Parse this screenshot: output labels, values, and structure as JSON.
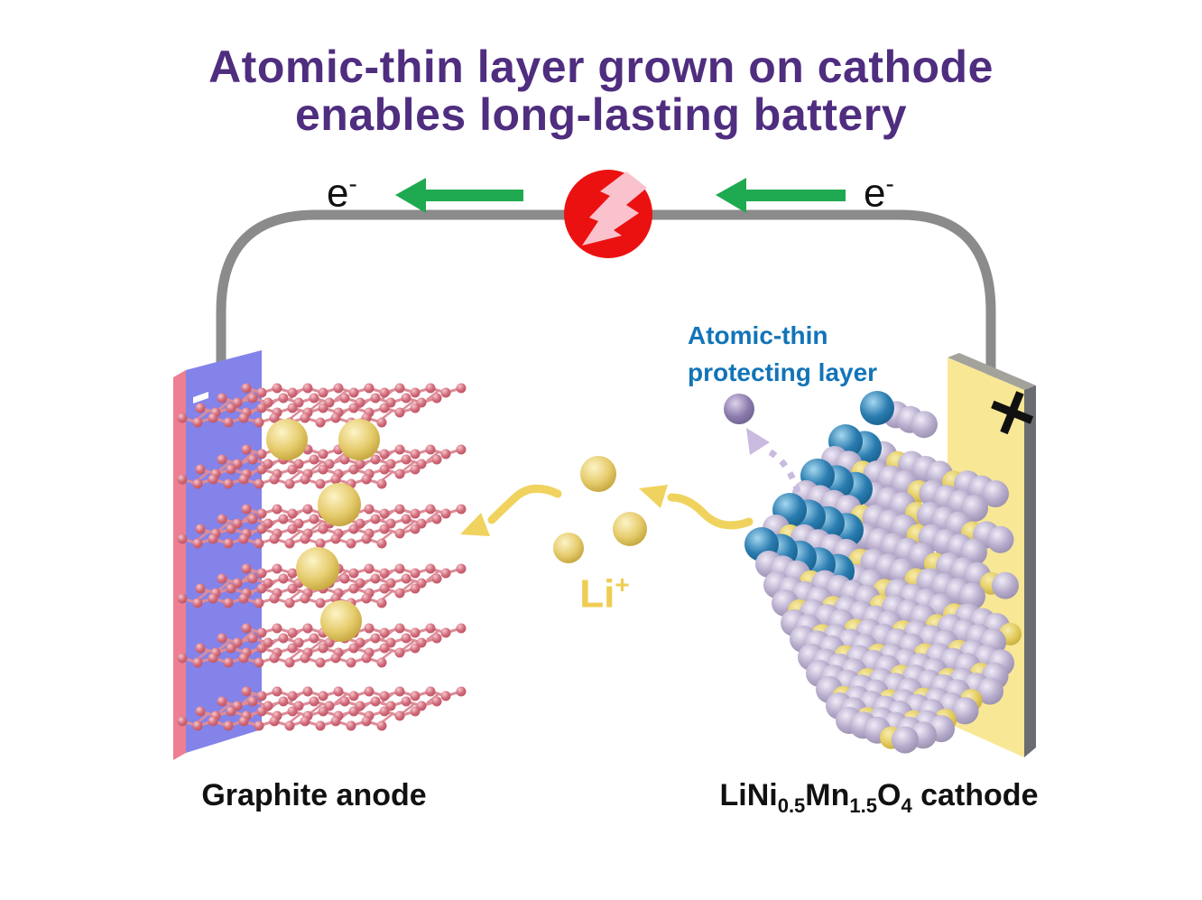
{
  "title": {
    "line1": "Atomic-thin layer grown on cathode",
    "line2": "enables long-lasting battery"
  },
  "circuit": {
    "electron_left": {
      "base": "e",
      "sup": "-"
    },
    "electron_right": {
      "base": "e",
      "sup": "-"
    }
  },
  "labels": {
    "protecting_layer_line1": "Atomic-thin",
    "protecting_layer_line2": "protecting layer",
    "li_ion": {
      "base": "Li",
      "sup": "+"
    },
    "anode": "Graphite anode",
    "cathode": {
      "p1": "LiNi",
      "s1": "0.5",
      "p2": "Mn",
      "s2": "1.5",
      "p3": "O",
      "s3": "4",
      "p4": " cathode"
    }
  },
  "icons": {
    "load_lightning_icon": "red circle with pink lightning bolt (external load)",
    "electron_flow_arrow_left": "green left arrow",
    "electron_flow_arrow_right": "green left arrow",
    "minus_terminal_icon": "white minus sign on anode",
    "plus_terminal_icon": "black plus sign on cathode",
    "li_ion_path_arrow_left": "curved yellow arrow toward anode",
    "li_ion_path_arrow_right": "curved yellow arrow from cathode",
    "protecting_layer_dashed_arrow": "dashed lavender arrow to protecting-layer atom"
  },
  "colors": {
    "title_purple": "#4f2d7f",
    "protect_blue": "#1274b8",
    "green": "#1fa950",
    "red": "#ec1111",
    "bolt_pink": "#f9c2cd",
    "wire_gray": "#8b8b8b",
    "gold_text": "#eecd52",
    "gold_arrow": "#f0d35e",
    "lav_arrow": "#c9badf",
    "anode_face": "#8383ea",
    "anode_side": "#ee7e92",
    "anode_top": "#f6d0d6",
    "cathode_face": "#f8e795",
    "cathode_side": "#696d71",
    "cathode_top": "#a3a39b",
    "graphite_bond": "#dd8d98"
  }
}
